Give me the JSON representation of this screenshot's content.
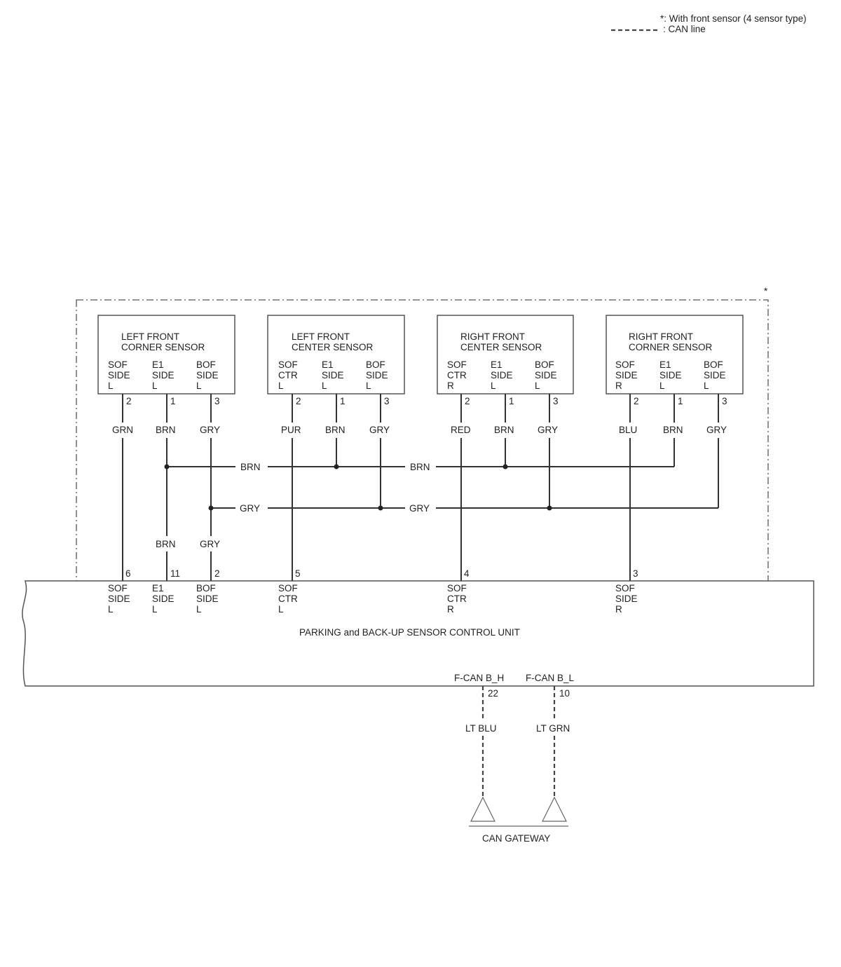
{
  "legend": {
    "asterisk_note": "*: With front sensor (4 sensor type)",
    "can_line_note": ": CAN line"
  },
  "region_mark": "*",
  "sensors": [
    {
      "title_line1": "LEFT FRONT",
      "title_line2": "CORNER SENSOR",
      "pins": [
        {
          "name": [
            "SOF",
            "SIDE",
            "L"
          ],
          "number": "2",
          "color": "GRN"
        },
        {
          "name": [
            "E1",
            "SIDE",
            "L"
          ],
          "number": "1",
          "color": "BRN"
        },
        {
          "name": [
            "BOF",
            "SIDE",
            "L"
          ],
          "number": "3",
          "color": "GRY"
        }
      ]
    },
    {
      "title_line1": "LEFT FRONT",
      "title_line2": "CENTER SENSOR",
      "pins": [
        {
          "name": [
            "SOF",
            "CTR",
            "L"
          ],
          "number": "2",
          "color": "PUR"
        },
        {
          "name": [
            "E1",
            "SIDE",
            "L"
          ],
          "number": "1",
          "color": "BRN"
        },
        {
          "name": [
            "BOF",
            "SIDE",
            "L"
          ],
          "number": "3",
          "color": "GRY"
        }
      ]
    },
    {
      "title_line1": "RIGHT FRONT",
      "title_line2": "CENTER SENSOR",
      "pins": [
        {
          "name": [
            "SOF",
            "CTR",
            "R"
          ],
          "number": "2",
          "color": "RED"
        },
        {
          "name": [
            "E1",
            "SIDE",
            "L"
          ],
          "number": "1",
          "color": "BRN"
        },
        {
          "name": [
            "BOF",
            "SIDE",
            "L"
          ],
          "number": "3",
          "color": "GRY"
        }
      ]
    },
    {
      "title_line1": "RIGHT FRONT",
      "title_line2": "CORNER SENSOR",
      "pins": [
        {
          "name": [
            "SOF",
            "SIDE",
            "R"
          ],
          "number": "2",
          "color": "BLU"
        },
        {
          "name": [
            "E1",
            "SIDE",
            "L"
          ],
          "number": "1",
          "color": "BRN"
        },
        {
          "name": [
            "BOF",
            "SIDE",
            "L"
          ],
          "number": "3",
          "color": "GRY"
        }
      ]
    }
  ],
  "bus_labels": {
    "brn_left": "BRN",
    "brn_right": "BRN",
    "gry_left": "GRY",
    "gry_right": "GRY"
  },
  "lower_wire_labels": {
    "e1": "BRN",
    "bof": "GRY"
  },
  "control_unit": {
    "title": "PARKING and BACK-UP SENSOR CONTROL UNIT",
    "pins": [
      {
        "number": "6",
        "name": [
          "SOF",
          "SIDE",
          "L"
        ]
      },
      {
        "number": "11",
        "name": [
          "E1",
          "SIDE",
          "L"
        ]
      },
      {
        "number": "2",
        "name": [
          "BOF",
          "SIDE",
          "L"
        ]
      },
      {
        "number": "5",
        "name": [
          "SOF",
          "CTR",
          "L"
        ]
      },
      {
        "number": "4",
        "name": [
          "SOF",
          "CTR",
          "R"
        ]
      },
      {
        "number": "3",
        "name": [
          "SOF",
          "SIDE",
          "R"
        ]
      }
    ],
    "can_pins": [
      {
        "name": "F-CAN B_H",
        "number": "22",
        "color": "LT BLU"
      },
      {
        "name": "F-CAN B_L",
        "number": "10",
        "color": "LT GRN"
      }
    ]
  },
  "gateway": {
    "label": "CAN GATEWAY"
  }
}
